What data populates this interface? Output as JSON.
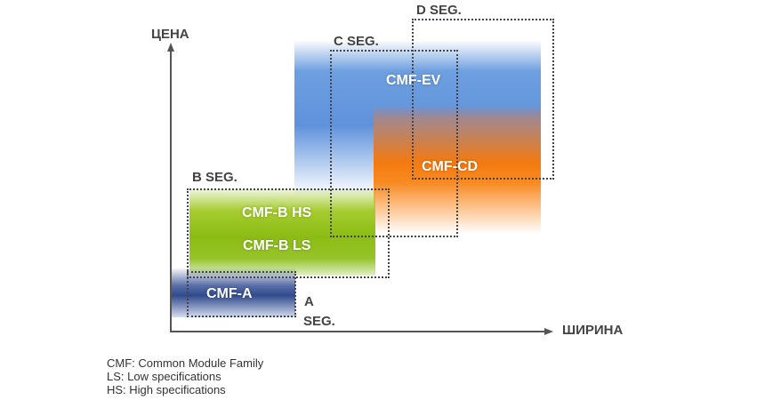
{
  "axes": {
    "y_label": "ЦЕНА",
    "x_label": "ШИРИНА"
  },
  "segments": {
    "a_line1": "A",
    "a_line2": "SEG.",
    "b": "B SEG.",
    "c": "C SEG.",
    "d": "D SEG."
  },
  "families": {
    "ev": "CMF-EV",
    "cd": "CMF-CD",
    "b_hs": "CMF-B HS",
    "b_ls": "CMF-B LS",
    "a": "CMF-A"
  },
  "legend": [
    "CMF: Common Module Family",
    "LS: Low specifications",
    "HS: High specifications"
  ],
  "colors": {
    "ev": "#6e9fe0",
    "cd": "#f47a10",
    "b": "#8cbc14",
    "a": "#2f4a8c"
  }
}
